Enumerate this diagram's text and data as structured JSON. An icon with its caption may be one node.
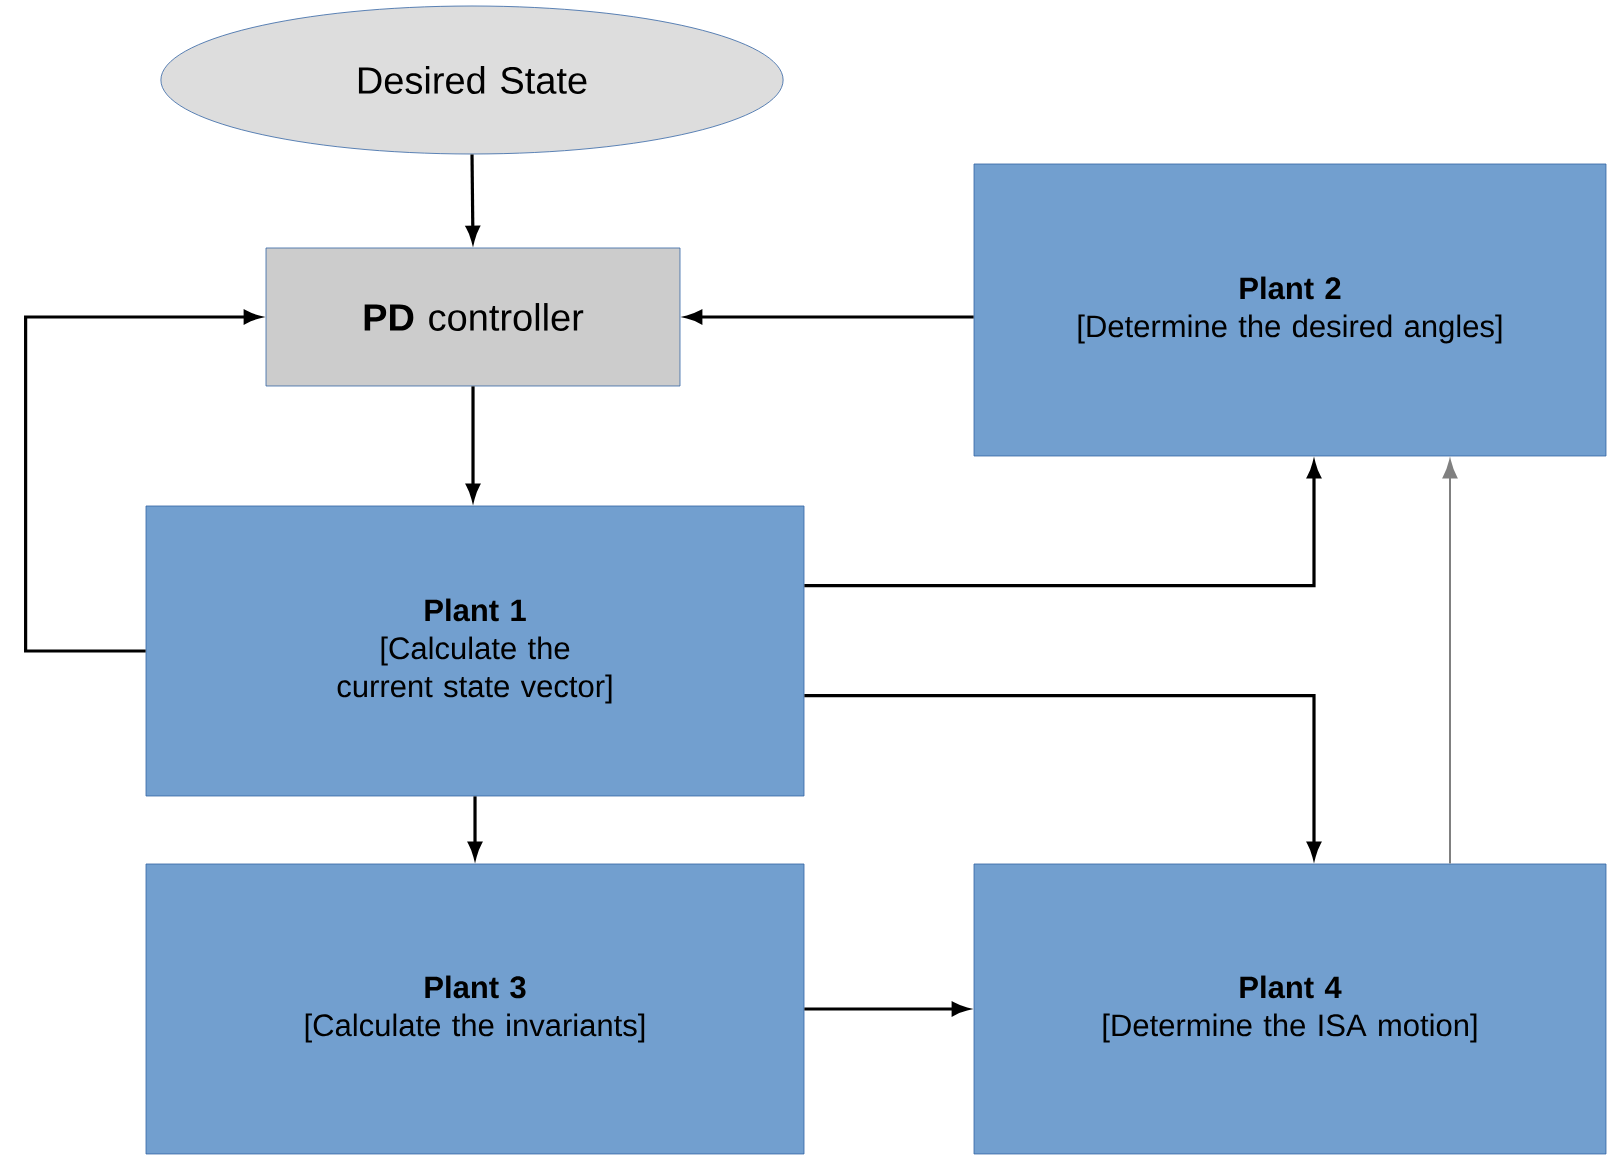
{
  "diagram": {
    "nodes": [
      {
        "text": [
          "Desired State"
        ]
      },
      {
        "text": [
          "**PD** controller"
        ]
      },
      {
        "text": [
          "Plant 2",
          "[Determine the desired angles]"
        ]
      },
      {
        "text": [
          "Plant 1",
          "[Calculate the current state vector]"
        ]
      },
      {
        "text": [
          "Plant 3",
          "[Calculate the invariants]"
        ]
      },
      {
        "text": [
          "Plant 4",
          "[Determine the ISA motion]"
        ]
      }
    ],
    "edges": [
      {
        "from": 0,
        "to": 1,
        "arrow": "to"
      },
      {
        "from": 2,
        "to": 1,
        "arrow": "to"
      },
      {
        "from": 1,
        "to": 3,
        "arrow": "to"
      },
      {
        "from": 3,
        "to": 1,
        "arrow": "to"
      },
      {
        "from": 3,
        "to": 2,
        "arrow": "to"
      },
      {
        "from": 3,
        "to": 5,
        "arrow": "to"
      },
      {
        "from": 3,
        "to": 4,
        "arrow": "to"
      },
      {
        "from": 4,
        "to": 5,
        "arrow": "to"
      },
      {
        "from": 5,
        "to": 2,
        "arrow": "to",
        "color": "#808080"
      }
    ]
  }
}
